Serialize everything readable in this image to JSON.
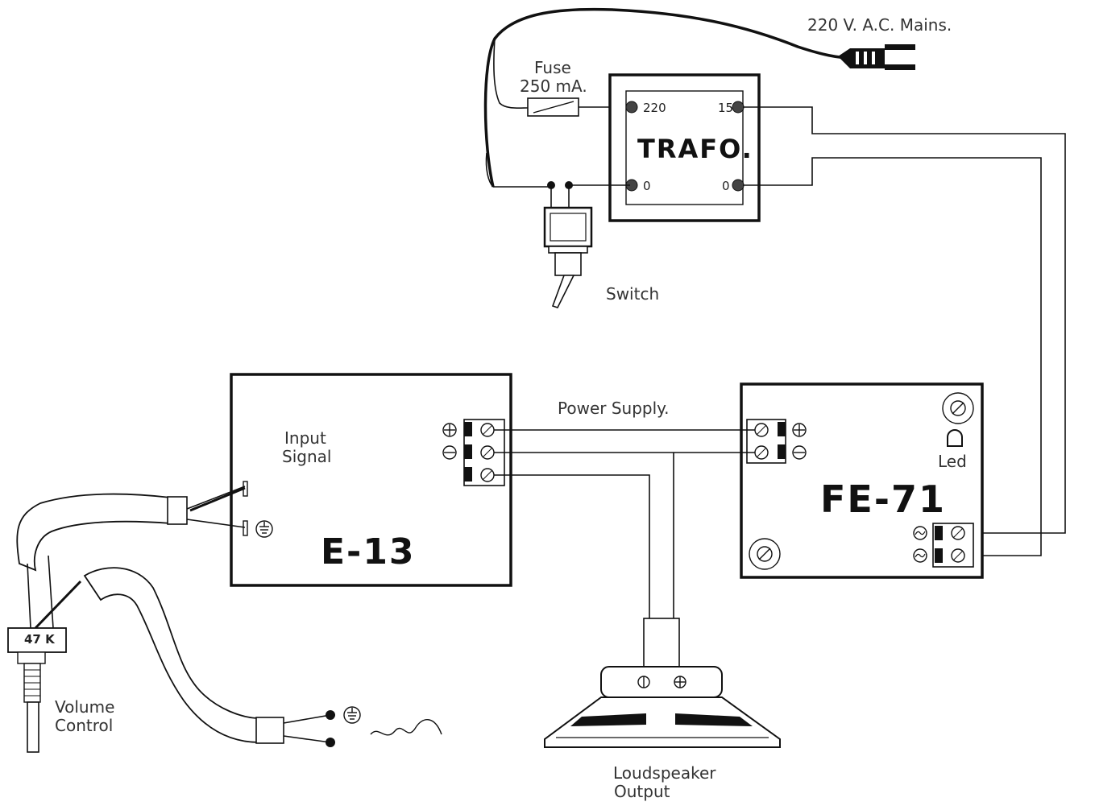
{
  "mains": {
    "label": "220 V. A.C. Mains."
  },
  "fuse": {
    "line1": "Fuse",
    "line2": "250 mA."
  },
  "trafo": {
    "title": "TRAFO.",
    "pin_in_hi": "220",
    "pin_out_hi": "15",
    "pin_in_lo": "0",
    "pin_out_lo": "0"
  },
  "switch": {
    "label": "Switch"
  },
  "power_supply": {
    "label": "Power Supply."
  },
  "e13": {
    "title": "E-13",
    "input_line1": "Input",
    "input_line2": "Signal"
  },
  "fe71": {
    "title": "FE-71",
    "led_label": "Led"
  },
  "volume": {
    "line1": "Volume",
    "line2": "Control",
    "pot_value": "47 K"
  },
  "speaker": {
    "line1": "Loudspeaker",
    "line2": "Output"
  }
}
